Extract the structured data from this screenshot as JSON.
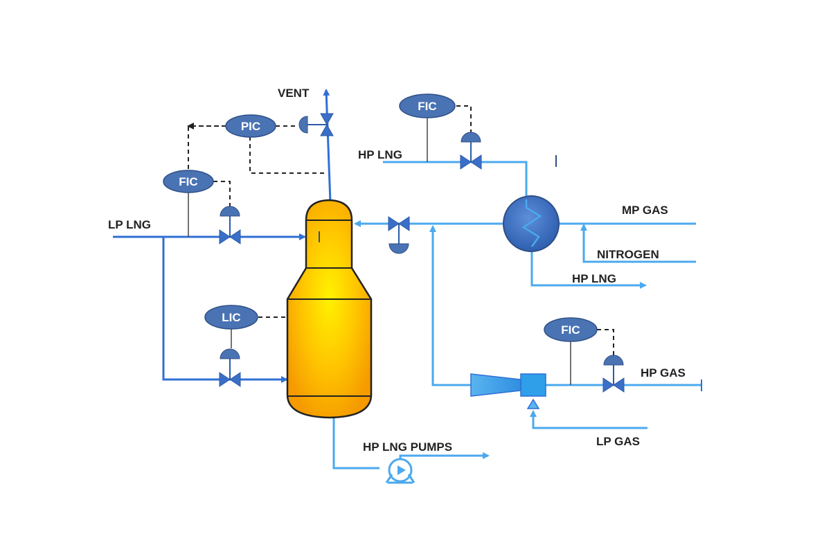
{
  "labels": {
    "vent": "VENT",
    "lp_lng": "LP LNG",
    "hp_lng_in": "HP LNG",
    "mp_gas": "MP GAS",
    "nitrogen": "NITROGEN",
    "hp_lng_out": "HP LNG",
    "hp_gas": "HP GAS",
    "lp_gas": "LP GAS",
    "hp_lng_pumps": "HP LNG PUMPS"
  },
  "instruments": {
    "pic": "PIC",
    "fic_lp": "FIC",
    "fic_hp": "FIC",
    "lic": "LIC",
    "fic_gas": "FIC"
  },
  "colors": {
    "process_line_dark": "#2f6fd6",
    "process_line_light": "#4ba9ee",
    "instrument_bubble": "#4a73b4",
    "vessel_fill": "#ffc000",
    "signal_line": "#222222"
  }
}
